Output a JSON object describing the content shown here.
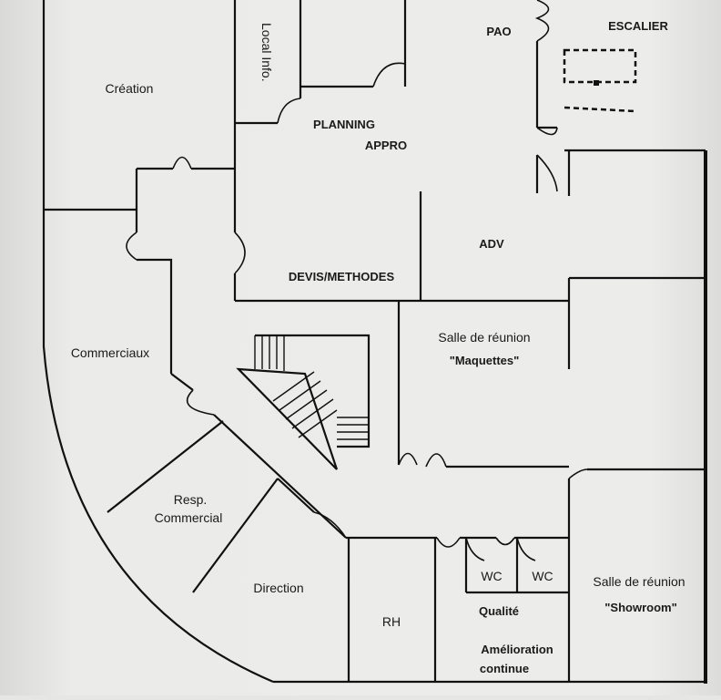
{
  "title": "Plan des locaux",
  "rooms": {
    "creation": "Création",
    "local_info": "Local Info.",
    "pao": "PAO",
    "escalier": "ESCALIER",
    "planning": "PLANNING",
    "appro": "APPRO",
    "adv": "ADV",
    "devis": "DEVIS/METHODES",
    "commerciaux": "Commerciaux",
    "maquettes_line1": "Salle de réunion",
    "maquettes_line2": "\"Maquettes\"",
    "resp_line1": "Resp.",
    "resp_line2": "Commercial",
    "direction": "Direction",
    "rh": "RH",
    "wc1": "WC",
    "wc2": "WC",
    "qualite": "Qualité",
    "amelioration_line1": "Amélioration",
    "amelioration_line2": "continue",
    "showroom_line1": "Salle de réunion",
    "showroom_line2": "\"Showroom\""
  }
}
